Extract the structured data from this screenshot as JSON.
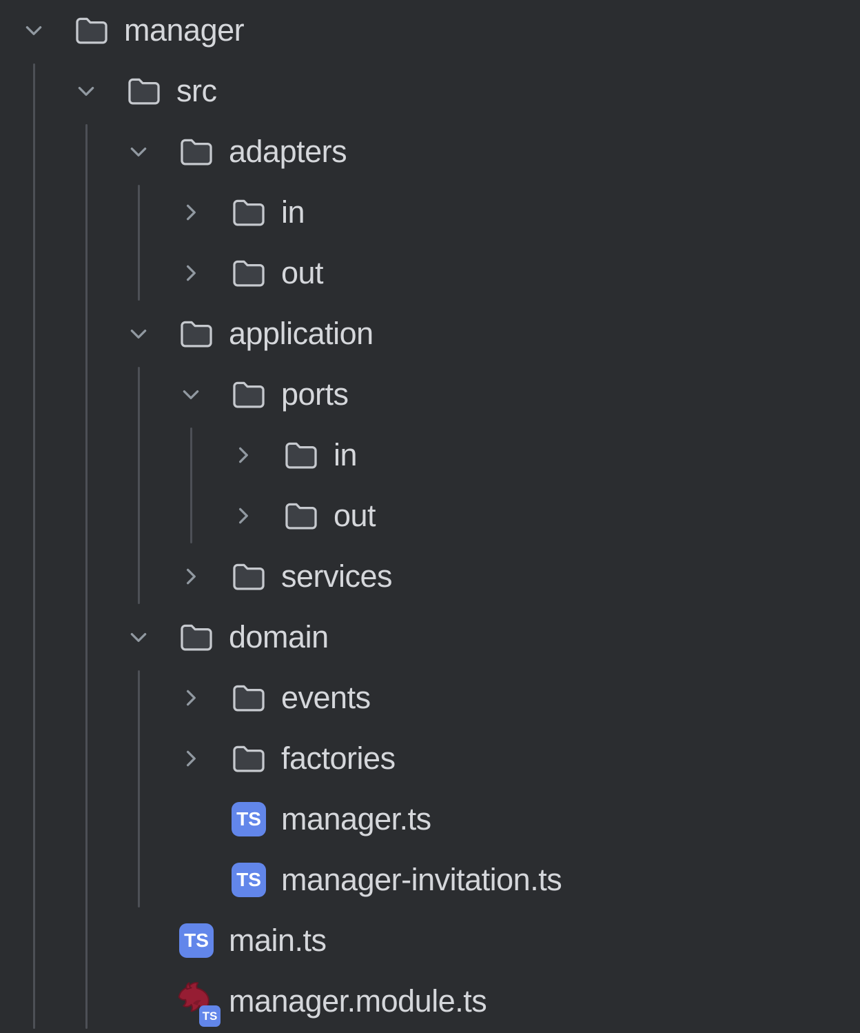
{
  "app": {
    "view": "file-explorer"
  },
  "colors": {
    "background": "#2b2d30",
    "text": "#d5d7db",
    "chevron": "#9199a1",
    "indent_guide": "#4d5056",
    "folder_fill": "#3d4045",
    "folder_stroke": "#c6c9ce",
    "ts_badge_background": "#6286ea",
    "ts_badge_text": "#ffffff",
    "nestjs_red": "#961d33",
    "nestjs_red_dark": "#6e1424"
  },
  "icons": {
    "folder": "folder-icon",
    "typescript": "typescript-file-icon",
    "nestjs": "nestjs-module-icon",
    "expanded": "chevron-down-icon",
    "collapsed": "chevron-right-icon"
  },
  "ts_badge_label": "TS",
  "tree": {
    "label": "manager",
    "type": "folder",
    "expanded": true,
    "children": [
      {
        "label": "src",
        "type": "folder",
        "expanded": true,
        "children": [
          {
            "label": "adapters",
            "type": "folder",
            "expanded": true,
            "children": [
              {
                "label": "in",
                "type": "folder",
                "expanded": false,
                "children": []
              },
              {
                "label": "out",
                "type": "folder",
                "expanded": false,
                "children": []
              }
            ]
          },
          {
            "label": "application",
            "type": "folder",
            "expanded": true,
            "children": [
              {
                "label": "ports",
                "type": "folder",
                "expanded": true,
                "children": [
                  {
                    "label": "in",
                    "type": "folder",
                    "expanded": false,
                    "children": []
                  },
                  {
                    "label": "out",
                    "type": "folder",
                    "expanded": false,
                    "children": []
                  }
                ]
              },
              {
                "label": "services",
                "type": "folder",
                "expanded": false,
                "children": []
              }
            ]
          },
          {
            "label": "domain",
            "type": "folder",
            "expanded": true,
            "children": [
              {
                "label": "events",
                "type": "folder",
                "expanded": false,
                "children": []
              },
              {
                "label": "factories",
                "type": "folder",
                "expanded": false,
                "children": []
              },
              {
                "label": "manager.ts",
                "type": "file",
                "icon": "typescript"
              },
              {
                "label": "manager-invitation.ts",
                "type": "file",
                "icon": "typescript"
              }
            ]
          },
          {
            "label": "main.ts",
            "type": "file",
            "icon": "typescript"
          },
          {
            "label": "manager.module.ts",
            "type": "file",
            "icon": "nestjs"
          }
        ]
      }
    ]
  }
}
